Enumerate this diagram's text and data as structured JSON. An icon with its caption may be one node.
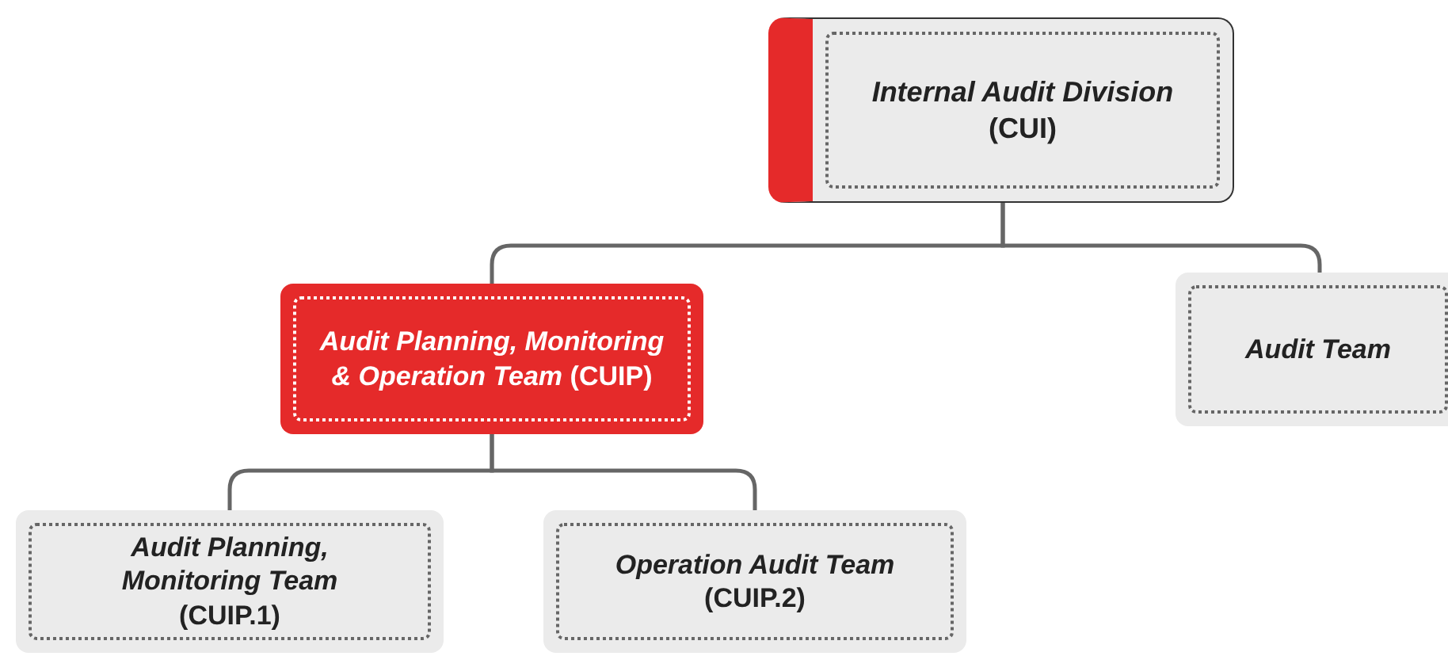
{
  "diagram": {
    "nodes": [
      {
        "text": [
          "*Internal Audit Division* (CUI)"
        ]
      },
      {
        "text": [
          "*Audit Planning, Monitoring & Operation Team* (CUIP)"
        ]
      },
      {
        "text": [
          "*Audit Team*"
        ]
      },
      {
        "text": [
          "*Audit Planning, Monitoring Team* (CUIP.1)"
        ]
      },
      {
        "text": [
          "*Operation Audit Team* (CUIP.2)"
        ]
      }
    ],
    "edges": [
      {
        "from": 0,
        "to": 1,
        "arrow": "none"
      },
      {
        "from": 0,
        "to": 2,
        "arrow": "none"
      },
      {
        "from": 1,
        "to": 3,
        "arrow": "none"
      },
      {
        "from": 1,
        "to": 4,
        "arrow": "none"
      }
    ]
  }
}
